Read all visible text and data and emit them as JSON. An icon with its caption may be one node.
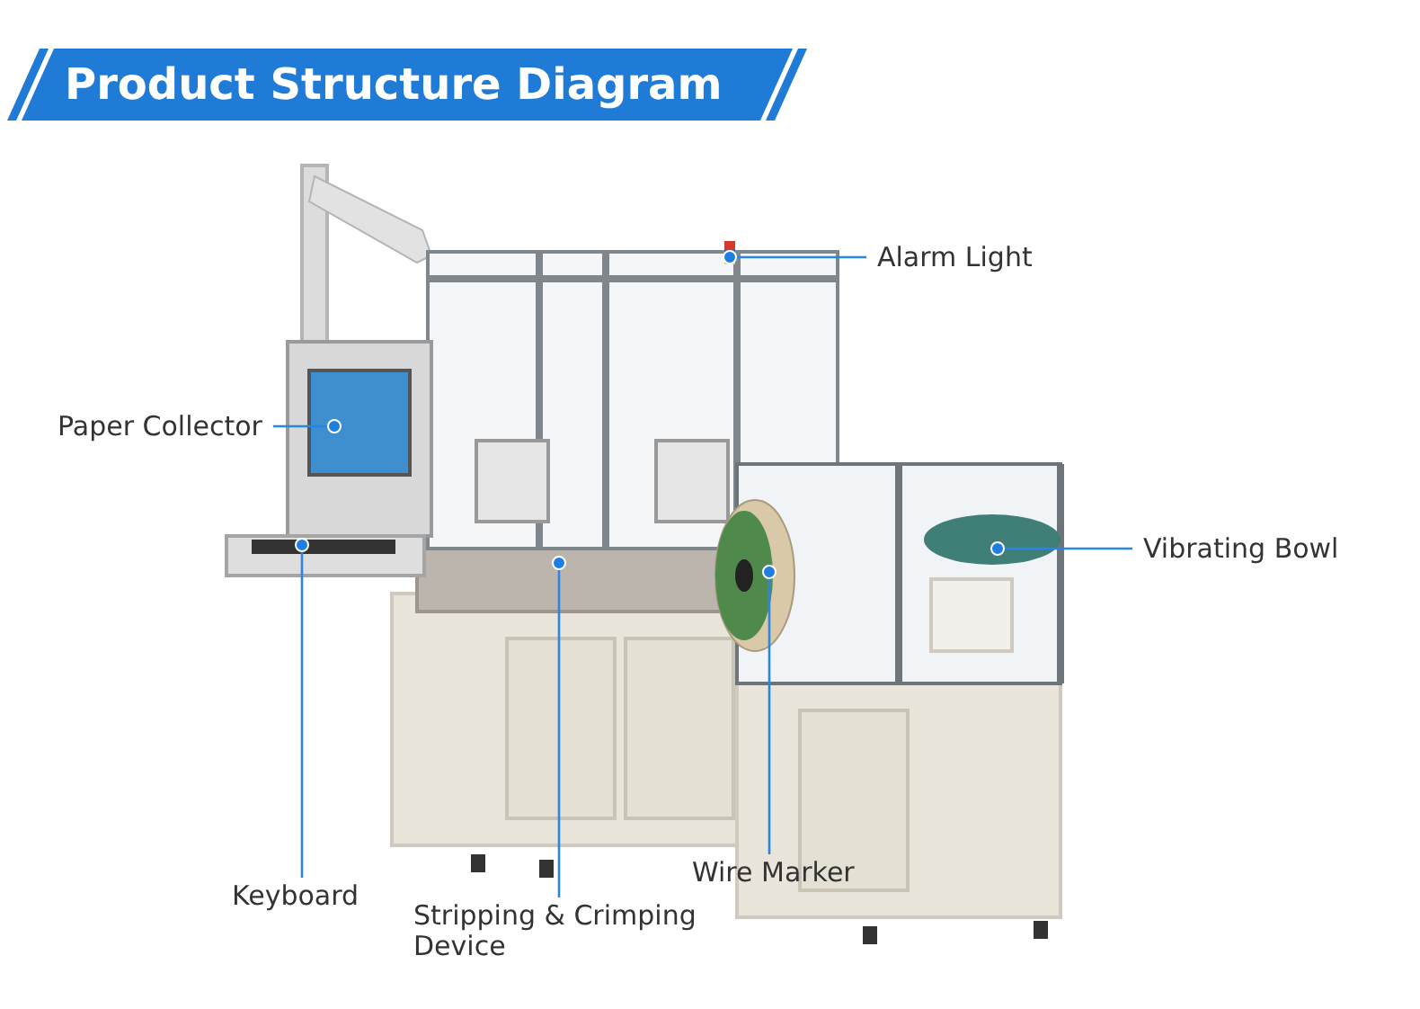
{
  "diagram": {
    "title": "Product Structure Diagram",
    "nodes": [
      {
        "text": [
          "Alarm Light"
        ]
      },
      {
        "text": [
          "Paper Collector"
        ]
      },
      {
        "text": [
          "Vibrating Bowl"
        ]
      },
      {
        "text": [
          "Keyboard"
        ]
      },
      {
        "text": [
          "Stripping & Crimping Device"
        ]
      },
      {
        "text": [
          "Wire Marker"
        ]
      },
      {
        "text": [],
        "shape": "circle"
      },
      {
        "text": [],
        "shape": "circle"
      },
      {
        "text": [],
        "shape": "circle"
      },
      {
        "text": [],
        "shape": "circle"
      },
      {
        "text": [],
        "shape": "circle"
      },
      {
        "text": [],
        "shape": "circle"
      }
    ],
    "edges": [
      {
        "from": 0,
        "to": 6,
        "arrow": "none"
      },
      {
        "from": 1,
        "to": 7,
        "arrow": "none"
      },
      {
        "from": 2,
        "to": 8,
        "arrow": "none"
      },
      {
        "from": 3,
        "to": 9,
        "arrow": "none"
      },
      {
        "from": 4,
        "to": 10,
        "arrow": "none"
      },
      {
        "from": 5,
        "to": 11,
        "arrow": "none"
      }
    ]
  }
}
